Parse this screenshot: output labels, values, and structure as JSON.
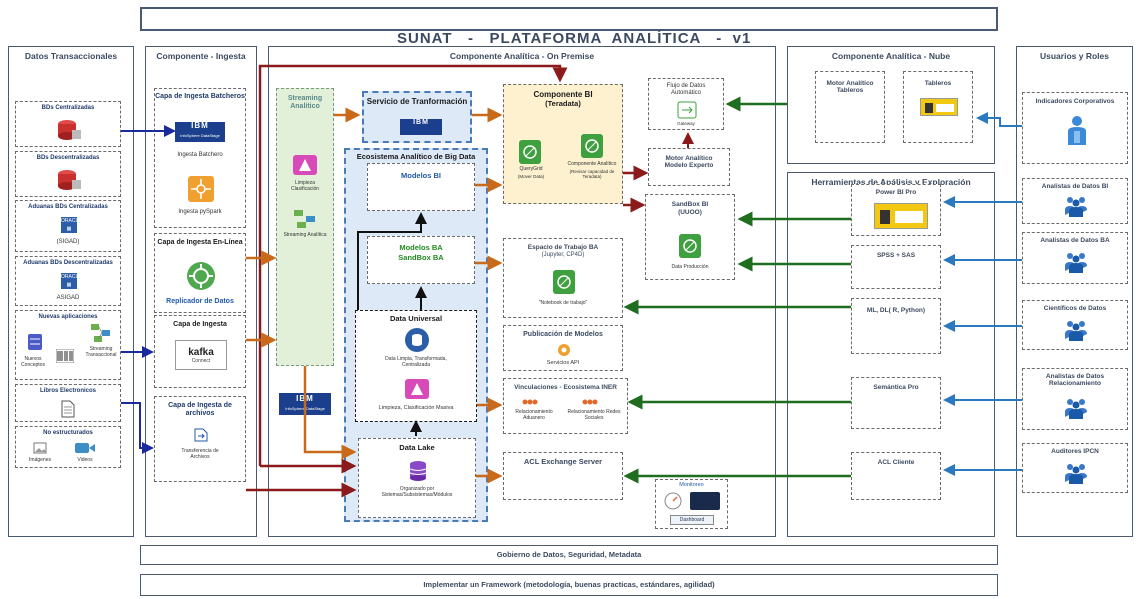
{
  "header": {
    "title": "SUNAT   -   PLATAFORMA  ANALÍTICA   -  v1"
  },
  "panes": {
    "transaccionales": "Datos Transaccionales",
    "ingesta": "Componente - Ingesta",
    "onpremise": "Componente Analítica - On Premise",
    "nube": "Componente Analítica - Nube",
    "usuarios": "Usuarios y Roles",
    "herramientas": "Herramientas de Análisis y Exploración"
  },
  "sources": {
    "bd_centralizadas": "BDs Centralizadas",
    "bd_descentralizadas": "BDs Descentralizadas",
    "aduanas_central": "Aduanas BDs Centralizadas",
    "aduanas_central_sub": "(SIGAD)",
    "aduanas_descentral": "Aduanas BDs Descentralizadas",
    "aduanas_descentral_sub": "ASIGAD",
    "nuevas": "Nuevas aplicaciones",
    "nuevas_a": "Nuevos Conceptos",
    "nuevas_b": "Streaming Transaccional",
    "libros": "Libros Electronicos",
    "no_estruct": "No estructurados",
    "imagenes": "Imágenes",
    "videos": "Videos"
  },
  "ingesta": {
    "batch": "Capa de Ingesta Batcheros",
    "batch_tool": "Ingesta Batchero",
    "pyspark": "Ingesta pySpark",
    "online": "Capa de Ingesta En-Línea",
    "replicador": "Replicador de Datos",
    "capa": "Capa de Ingesta",
    "kafka": "kafka",
    "kafka_sub": "Connect",
    "archivos": "Capa de Ingesta de archivos",
    "transfer": "Transferencia de Archivos",
    "ibm": "IBM",
    "ibm_sub": "InfoSphere DataStage"
  },
  "onprem": {
    "streaming": "Streaming Analítico",
    "limpieza": "Limpieza Clasificación",
    "streaming_an": "Streaming Analítica",
    "servicio": "Servicio de Tranformación",
    "ecosistema": "Ecosistema Analítico de Big Data",
    "modelos_bi": "Modelos BI",
    "modelos_ba": "Modelos BA",
    "sandbox_ba": "SandBox BA",
    "data_universal": "Data Universal",
    "du_sub": "Data Limpia, Transformada, Centralizada",
    "limpieza_masiva": "Limpieza, Clasificación Masiva",
    "data_lake": "Data Lake",
    "dl_sub": "Organizado por Sistemas/Subsistemas/Módulos",
    "bi": "Componente BI",
    "bi_sub": "(Teradata)",
    "querygrid": "QueryGrid",
    "querygrid_sub": "(Mover Data)",
    "comp_analitico": "Componente Analítico",
    "comp_analitico_sub": "(Revisar capacidad de Teradata)",
    "flujo": "Flujo de Datos Automático",
    "gateway": "Gateway",
    "motor": "Motor Analítico Modelo Experto",
    "sandbox_bi": "SandBox BI",
    "sandbox_bi_sub": "(UUOO)",
    "data_prod": "Data Producción",
    "espacio": "Espacio de Trabajo BA",
    "espacio_sub": "(Jupyter, CP4D)",
    "notebook": "\"Notebook de trabajo\"",
    "publicacion": "Publicación de Modelos",
    "servicios_api": "Servicios API",
    "vinculaciones": "Vinculaciones - Ecosistema INER",
    "rel_aduanero": "Relacionamiento Aduanero",
    "rel_redes": "Relacionamiento Redes Sociales",
    "acl": "ACL Exchange Server",
    "monitoreo": "Monitoreo",
    "dashboard": "Dashboard"
  },
  "nube": {
    "motor_tableros": "Motor Analítico Tableros",
    "tableros": "Tableros"
  },
  "tools": {
    "powerbi": "Power BI Pro",
    "spss": "SPSS + SAS",
    "ml": "ML, DL( R, Python)",
    "semantica": "Semántica Pro",
    "acl_cliente": "ACL Cliente"
  },
  "roles": {
    "indicadores": "Indicadores Corporativos",
    "bi": "Analistas de Datos BI",
    "ba": "Analistas de Datos BA",
    "cientificos": "Científicos de Datos",
    "relacionamiento": "Analistas de Datos Relacionamiento",
    "auditores": "Auditores IPCN"
  },
  "footer": {
    "gobierno": "Gobierno de Datos, Seguridad, Metadata",
    "framework": "Implementar un Framework (metodología, buenas practicas, estándares, agilidad)"
  },
  "colors": {
    "frame": "#4a5a70",
    "dark_red": "#8b1a1a",
    "green": "#1f6e1f",
    "navy": "#1a2a9a",
    "blue": "#2a78c0",
    "orange": "#c86a1a",
    "bi_bg": "#fdf1d0",
    "eco_bg": "#dde9f7",
    "stream_bg": "#e2f0da"
  }
}
